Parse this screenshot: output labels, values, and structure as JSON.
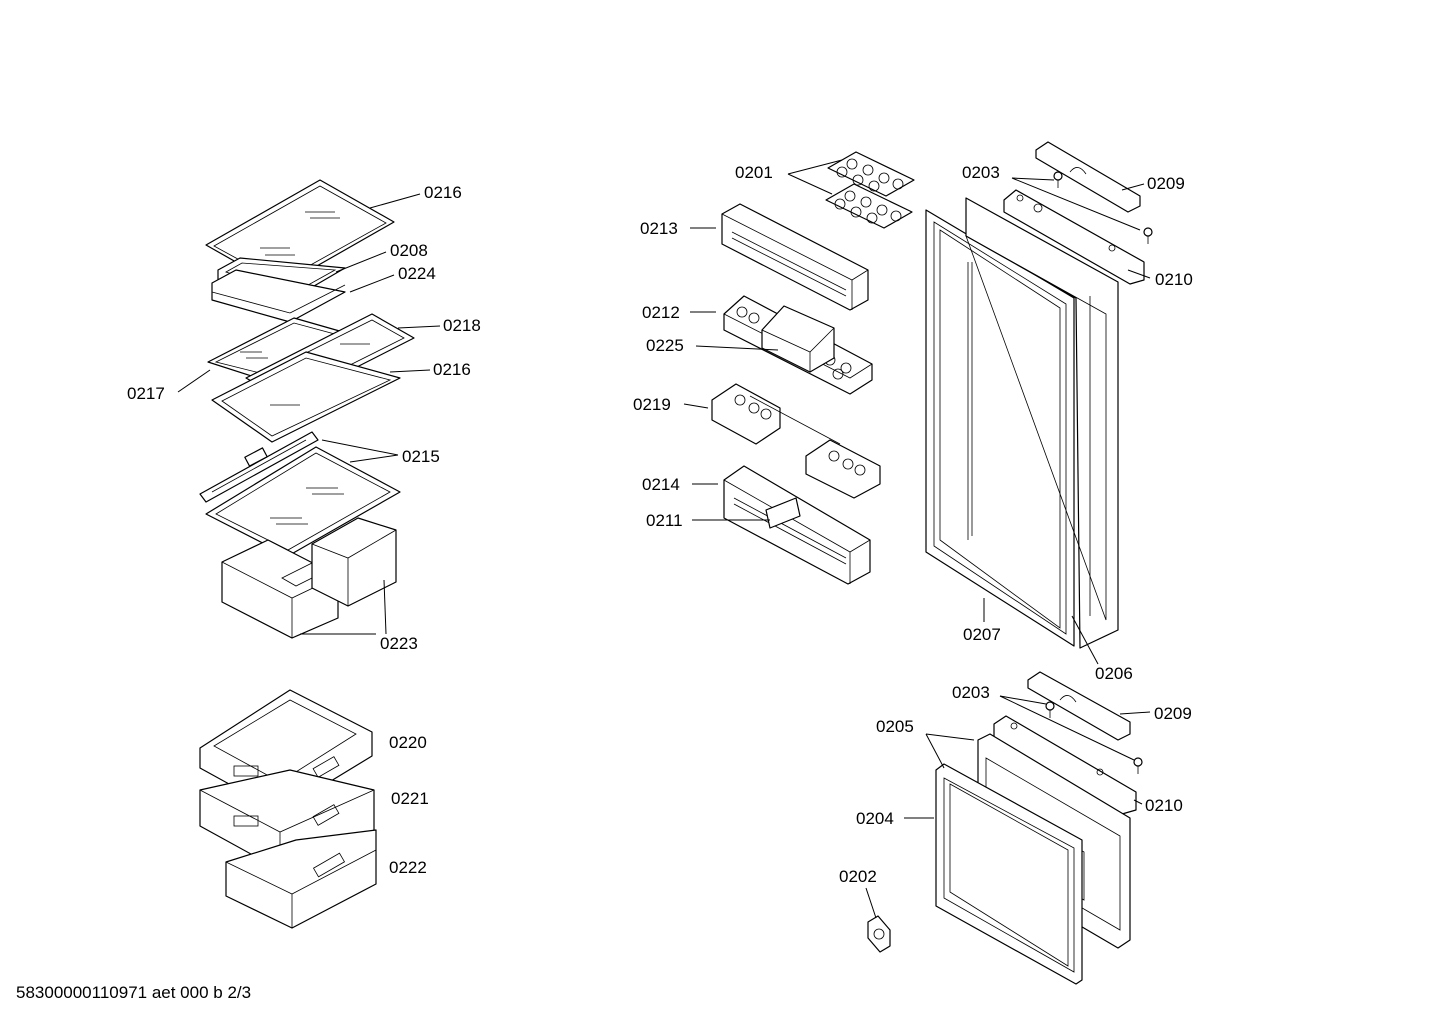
{
  "footer_code": "58300000110971 aet 000 b 2/3",
  "callouts": {
    "c0216a": "0216",
    "c0208": "0208",
    "c0224": "0224",
    "c0218": "0218",
    "c0217": "0217",
    "c0216b": "0216",
    "c0215": "0215",
    "c0223": "0223",
    "c0220": "0220",
    "c0221": "0221",
    "c0222": "0222",
    "c0201": "0201",
    "c0213": "0213",
    "c0212": "0212",
    "c0225": "0225",
    "c0219": "0219",
    "c0214": "0214",
    "c0211": "0211",
    "c0203a": "0203",
    "c0209a": "0209",
    "c0210a": "0210",
    "c0207": "0207",
    "c0206": "0206",
    "c0203b": "0203",
    "c0209b": "0209",
    "c0205": "0205",
    "c0210b": "0210",
    "c0204": "0204",
    "c0202": "0202"
  }
}
